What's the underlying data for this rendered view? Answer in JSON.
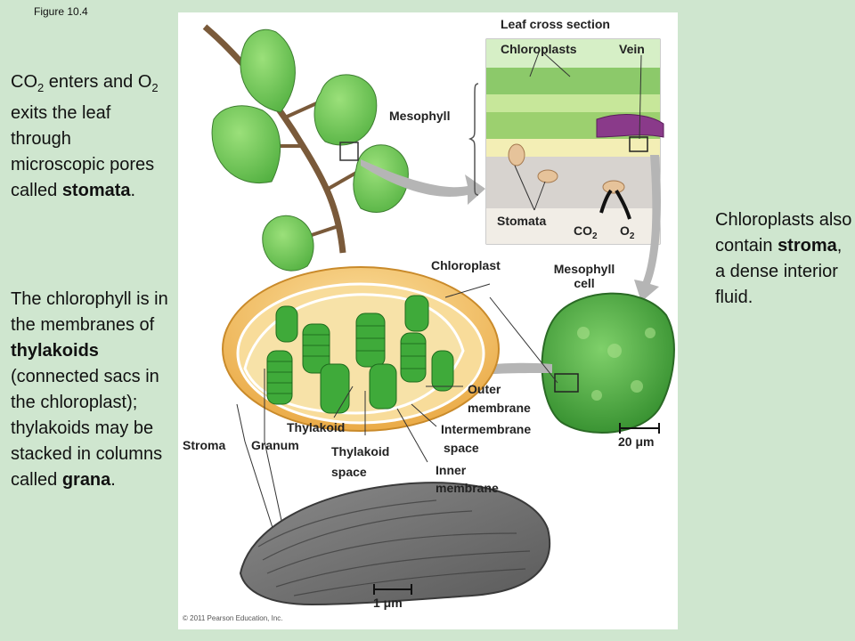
{
  "figure_label": "Figure 10.4",
  "left_text_1": {
    "p1": "CO",
    "sub1": "2",
    "p2": " enters and O",
    "sub2": "2",
    "p3": " exits the leaf through microscopic pores called ",
    "bold": "stomata",
    "p4": "."
  },
  "left_text_2": {
    "p1": "The chlorophyll is in the membranes of ",
    "bold1": "thylakoids",
    "p2": " (connected sacs in the chloroplast); thylakoids may be stacked in columns called ",
    "bold2": "grana",
    "p3": "."
  },
  "right_text": {
    "p1": "Chloroplasts also contain ",
    "bold": "stroma",
    "p2": ", a dense interior fluid."
  },
  "labels": {
    "leaf_cross_section": "Leaf cross section",
    "chloroplasts": "Chloroplasts",
    "vein": "Vein",
    "mesophyll": "Mesophyll",
    "stomata": "Stomata",
    "co2": "CO",
    "co2_sub": "2",
    "o2": "O",
    "o2_sub": "2",
    "chloroplast": "Chloroplast",
    "mesophyll_cell_1": "Mesophyll",
    "mesophyll_cell_2": "cell",
    "outer_membrane_1": "Outer",
    "outer_membrane_2": "membrane",
    "thylakoid": "Thylakoid",
    "intermembrane_1": "Intermembrane",
    "intermembrane_2": "space",
    "stroma": "Stroma",
    "granum": "Granum",
    "thylakoid_space_1": "Thylakoid",
    "thylakoid_space_2": "space",
    "inner_membrane_1": "Inner",
    "inner_membrane_2": "membrane",
    "scale_20": "20 μm",
    "scale_1": "1 μm",
    "copyright": "© 2011 Pearson Education, Inc."
  }
}
